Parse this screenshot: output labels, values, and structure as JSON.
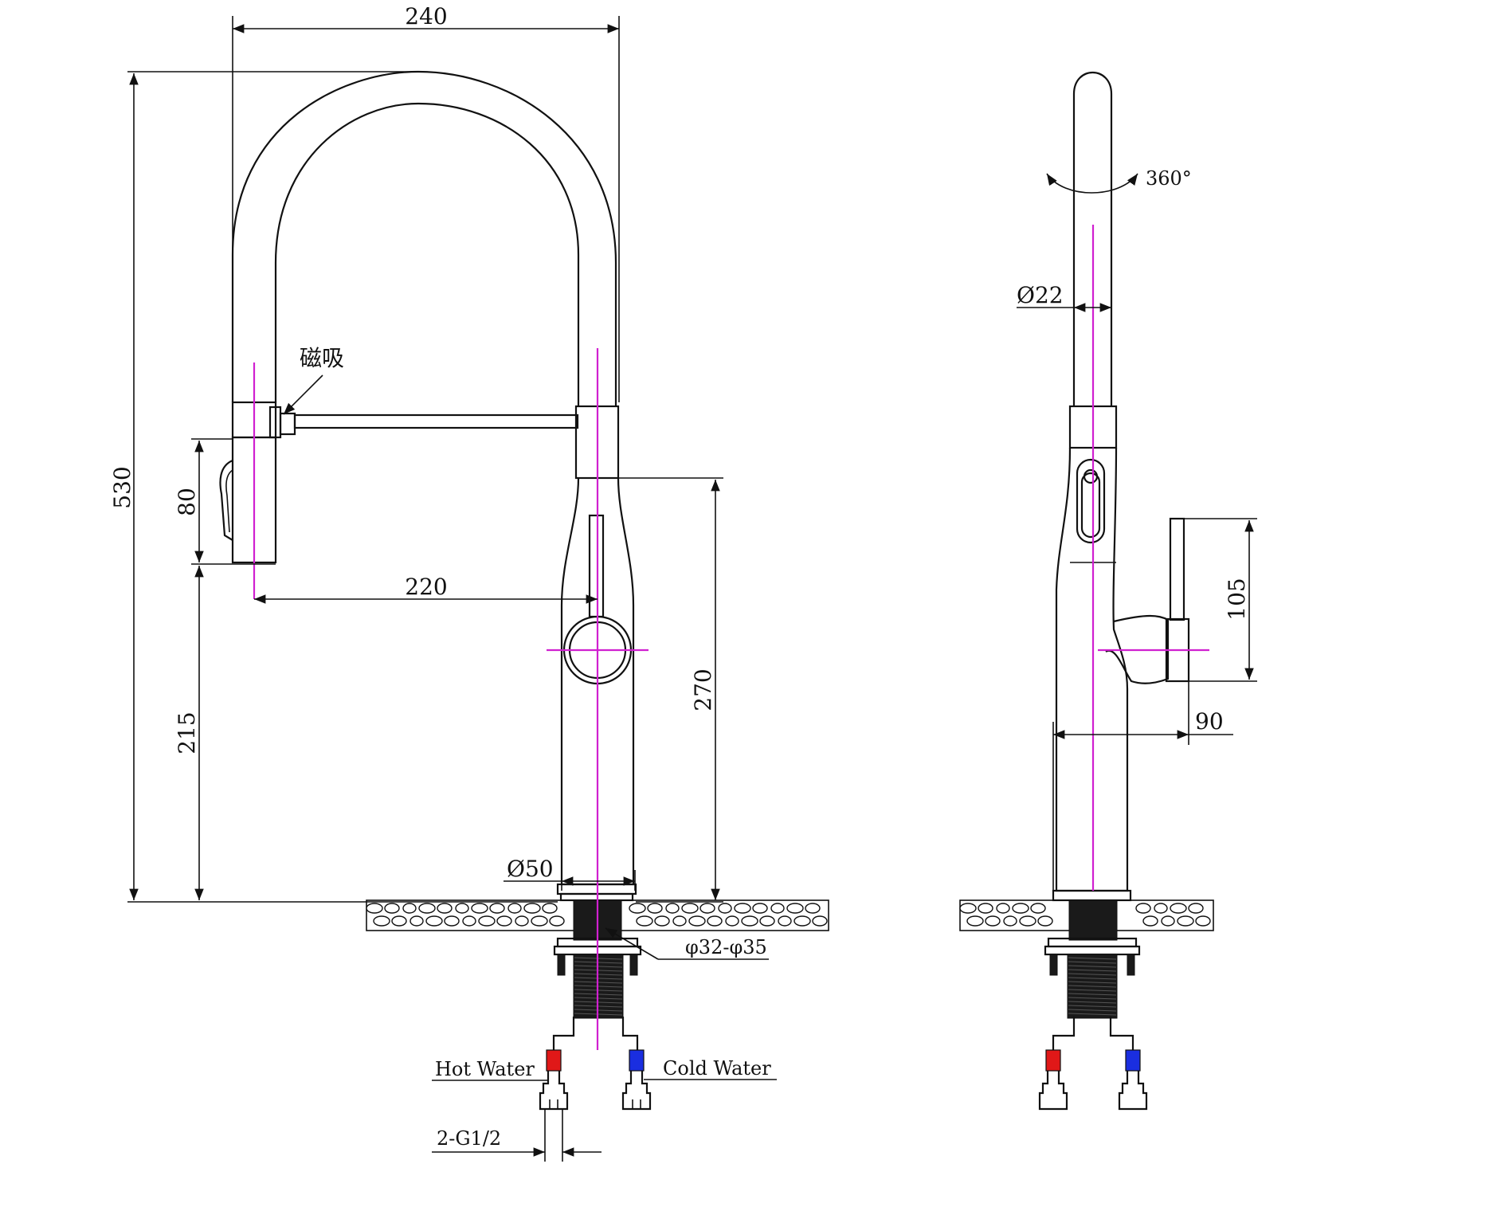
{
  "front_view": {
    "dims": {
      "width_top": "240",
      "height_total": "530",
      "spray_head": "80",
      "spray_height": "215",
      "reach": "220",
      "body_height": "270",
      "base_diameter": "Ø50",
      "hole_diameter": "φ32-φ35",
      "inlet_thread": "2-G1/2"
    },
    "labels": {
      "magnetic": "磁吸",
      "hot_water": "Hot Water",
      "cold_water": "Cold Water"
    }
  },
  "side_view": {
    "dims": {
      "rotation": "360°",
      "spout_diameter": "Ø22",
      "handle_height": "105",
      "handle_depth": "90"
    }
  },
  "colors": {
    "hot": "#e01818",
    "cold": "#1a2ee0",
    "centerline": "#d020d0"
  }
}
